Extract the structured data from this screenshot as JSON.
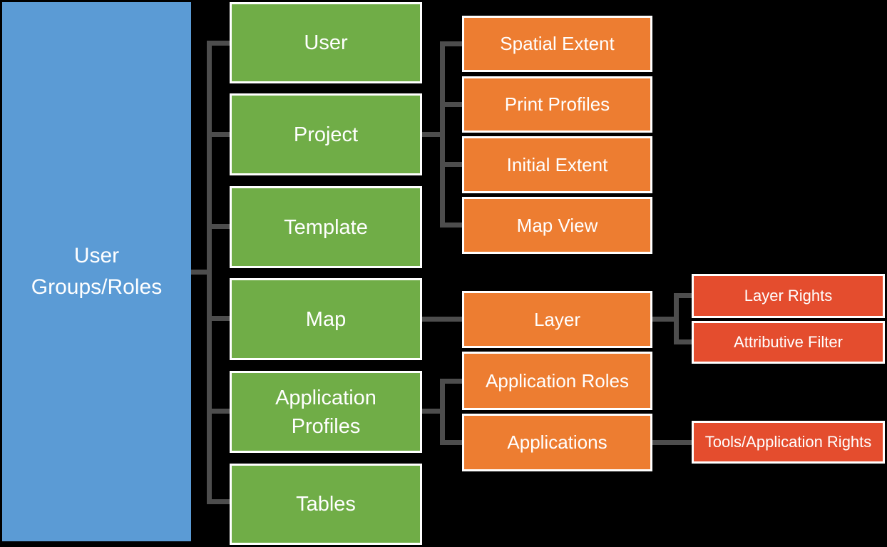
{
  "diagram": {
    "title": "User access rights hierarchy diagram",
    "nodes": {
      "root": {
        "label": "User Groups/Roles",
        "level": 0
      },
      "user": {
        "label": "User",
        "level": 1
      },
      "project": {
        "label": "Project",
        "level": 1
      },
      "template": {
        "label": "Template",
        "level": 1
      },
      "map": {
        "label": "Map",
        "level": 1
      },
      "application_profiles": {
        "label": "Application Profiles",
        "level": 1
      },
      "tables": {
        "label": "Tables",
        "level": 1
      },
      "spatial_extent": {
        "label": "Spatial Extent",
        "level": 2
      },
      "print_profiles": {
        "label": "Print Profiles",
        "level": 2
      },
      "initial_extent": {
        "label": "Initial Extent",
        "level": 2
      },
      "map_view": {
        "label": "Map View",
        "level": 2
      },
      "layer": {
        "label": "Layer",
        "level": 2
      },
      "application_roles": {
        "label": "Application Roles",
        "level": 2
      },
      "applications": {
        "label": "Applications",
        "level": 2
      },
      "layer_rights": {
        "label": "Layer Rights",
        "level": 3
      },
      "attributive_filter": {
        "label": "Attributive Filter",
        "level": 3
      },
      "tools_application_rights": {
        "label": "Tools/Application Rights",
        "level": 3
      }
    },
    "edges": [
      {
        "from": "User Groups/Roles",
        "to": "User"
      },
      {
        "from": "User Groups/Roles",
        "to": "Project"
      },
      {
        "from": "User Groups/Roles",
        "to": "Template"
      },
      {
        "from": "User Groups/Roles",
        "to": "Map"
      },
      {
        "from": "User Groups/Roles",
        "to": "Application Profiles"
      },
      {
        "from": "User Groups/Roles",
        "to": "Tables"
      },
      {
        "from": "Project",
        "to": "Spatial Extent"
      },
      {
        "from": "Project",
        "to": "Print Profiles"
      },
      {
        "from": "Project",
        "to": "Initial Extent"
      },
      {
        "from": "Project",
        "to": "Map View"
      },
      {
        "from": "Map",
        "to": "Layer"
      },
      {
        "from": "Layer",
        "to": "Layer Rights"
      },
      {
        "from": "Layer",
        "to": "Attributive Filter"
      },
      {
        "from": "Application Profiles",
        "to": "Application Roles"
      },
      {
        "from": "Application Profiles",
        "to": "Applications"
      },
      {
        "from": "Applications",
        "to": "Tools/Application Rights"
      }
    ]
  },
  "colors": {
    "background": "#000000",
    "blue": "#5B9BD5",
    "green": "#70AD47",
    "orange": "#ED7D31",
    "red": "#E44D2E",
    "line": "#4D4D4D",
    "border": "#FFFFFF",
    "text": "#FFFFFF"
  }
}
